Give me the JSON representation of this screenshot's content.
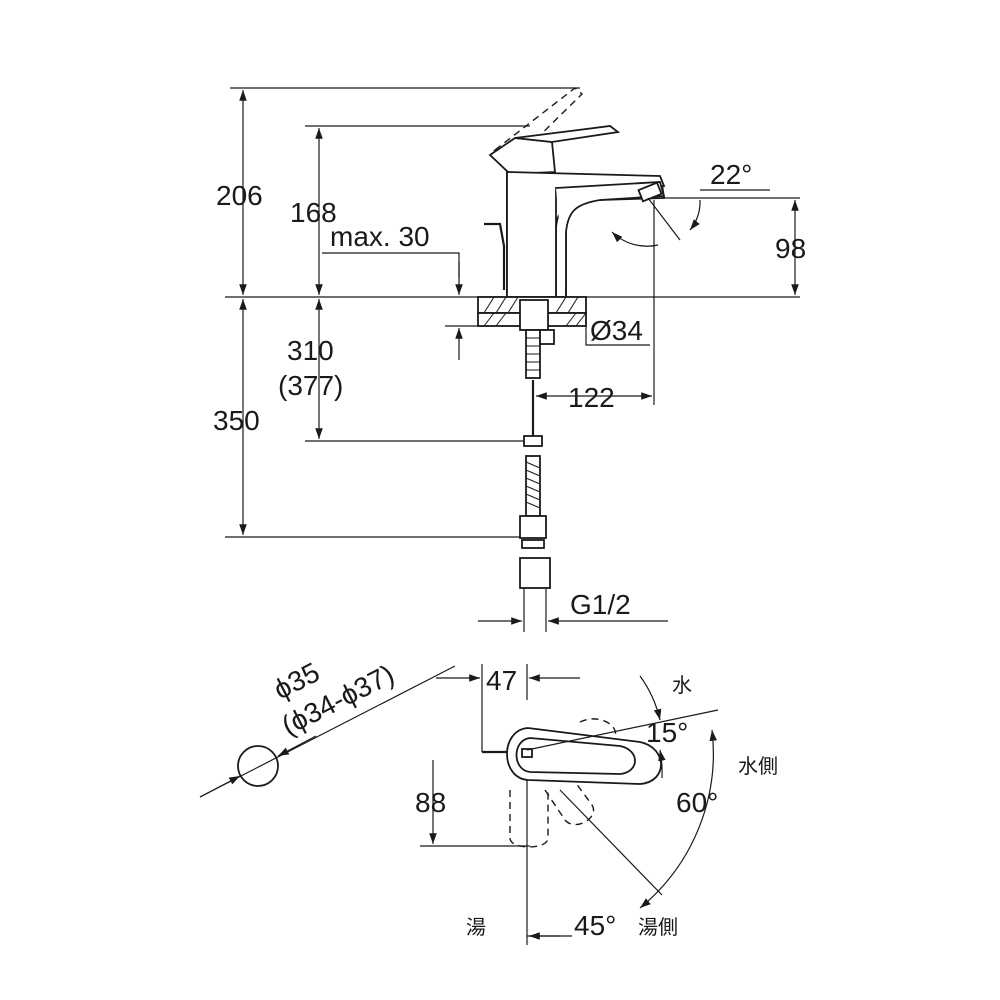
{
  "dimensions": {
    "total_height": "206",
    "spout_height": "168",
    "max_deck": "max. 30",
    "spout_angle": "22°",
    "spout_clearance": "98",
    "hole_diameter": "Ø34",
    "hose_length": "310",
    "hose_length_alt": "(377)",
    "connector_length": "350",
    "spout_reach": "122",
    "thread": "G1/2",
    "pipe_diameter": "ϕ35",
    "pipe_diameter_range": "(ϕ34-ϕ37)",
    "lever_offset": "47",
    "top_view_depth": "88",
    "cold_angle": "15°",
    "rotation_angle": "60°",
    "hot_angle": "45°"
  },
  "labels": {
    "cold": "水",
    "cold_side": "水側",
    "hot": "湯",
    "hot_side": "湯側"
  }
}
